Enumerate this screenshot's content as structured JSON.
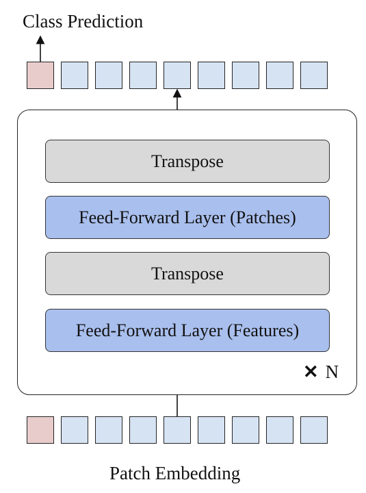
{
  "title_top": "Class Prediction",
  "title_bottom": "Patch Embedding",
  "tokens": {
    "count": 9,
    "class_color": "#e8cccc",
    "patch_color": "#d6e3f3"
  },
  "layers": [
    {
      "label": "Transpose",
      "kind": "gray"
    },
    {
      "label": "Feed-Forward Layer (Patches)",
      "kind": "blue"
    },
    {
      "label": "Transpose",
      "kind": "gray"
    },
    {
      "label": "Feed-Forward Layer (Features)",
      "kind": "blue"
    }
  ],
  "repeat": {
    "symbol": "✕",
    "label": "N"
  },
  "colors": {
    "layer_gray": "#d9d9d9",
    "layer_blue": "#a9bfed"
  }
}
